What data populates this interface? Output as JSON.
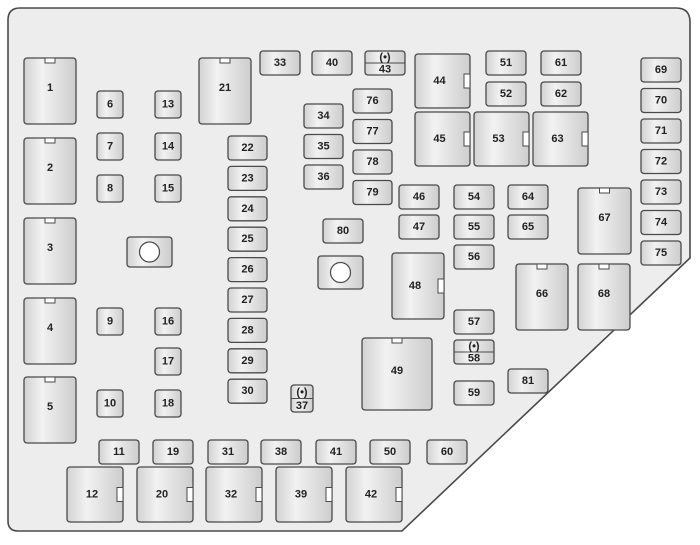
{
  "colors": {
    "panel": "#ededed",
    "outline": "#4a4a4a",
    "fuse_light": "#f4f4f4",
    "fuse_dark": "#cfcfcf"
  },
  "split_symbol": "(•)",
  "items": [
    {
      "label": "1",
      "kind": "relay-top"
    },
    {
      "label": "2",
      "kind": "relay-top"
    },
    {
      "label": "3",
      "kind": "relay-top"
    },
    {
      "label": "4",
      "kind": "relay-top"
    },
    {
      "label": "5",
      "kind": "relay-top"
    },
    {
      "label": "6",
      "kind": "mini"
    },
    {
      "label": "7",
      "kind": "mini"
    },
    {
      "label": "8",
      "kind": "mini"
    },
    {
      "label": "9",
      "kind": "mini"
    },
    {
      "label": "10",
      "kind": "mini"
    },
    {
      "label": "11",
      "kind": "fuse"
    },
    {
      "label": "12",
      "kind": "relay-side"
    },
    {
      "label": "13",
      "kind": "mini"
    },
    {
      "label": "14",
      "kind": "mini"
    },
    {
      "label": "15",
      "kind": "mini"
    },
    {
      "label": "16",
      "kind": "mini"
    },
    {
      "label": "17",
      "kind": "mini"
    },
    {
      "label": "18",
      "kind": "mini"
    },
    {
      "label": "19",
      "kind": "fuse"
    },
    {
      "label": "20",
      "kind": "relay-side"
    },
    {
      "label": "21",
      "kind": "relay-top"
    },
    {
      "label": "22",
      "kind": "fuse"
    },
    {
      "label": "23",
      "kind": "fuse"
    },
    {
      "label": "24",
      "kind": "fuse"
    },
    {
      "label": "25",
      "kind": "fuse"
    },
    {
      "label": "26",
      "kind": "fuse"
    },
    {
      "label": "27",
      "kind": "fuse"
    },
    {
      "label": "28",
      "kind": "fuse"
    },
    {
      "label": "29",
      "kind": "fuse"
    },
    {
      "label": "30",
      "kind": "fuse"
    },
    {
      "label": "31",
      "kind": "fuse"
    },
    {
      "label": "32",
      "kind": "relay-side"
    },
    {
      "label": "33",
      "kind": "fuse"
    },
    {
      "label": "34",
      "kind": "fuse"
    },
    {
      "label": "35",
      "kind": "fuse"
    },
    {
      "label": "36",
      "kind": "fuse"
    },
    {
      "label": "37",
      "kind": "split"
    },
    {
      "label": "38",
      "kind": "fuse"
    },
    {
      "label": "39",
      "kind": "relay-side"
    },
    {
      "label": "40",
      "kind": "fuse"
    },
    {
      "label": "41",
      "kind": "fuse"
    },
    {
      "label": "42",
      "kind": "relay-side"
    },
    {
      "label": "43",
      "kind": "split"
    },
    {
      "label": "44",
      "kind": "relay-side"
    },
    {
      "label": "45",
      "kind": "relay-side"
    },
    {
      "label": "46",
      "kind": "fuse"
    },
    {
      "label": "47",
      "kind": "fuse"
    },
    {
      "label": "48",
      "kind": "relay-side"
    },
    {
      "label": "49",
      "kind": "relay-top"
    },
    {
      "label": "50",
      "kind": "fuse"
    },
    {
      "label": "51",
      "kind": "fuse"
    },
    {
      "label": "52",
      "kind": "fuse"
    },
    {
      "label": "53",
      "kind": "relay-side"
    },
    {
      "label": "54",
      "kind": "fuse"
    },
    {
      "label": "55",
      "kind": "fuse"
    },
    {
      "label": "56",
      "kind": "fuse"
    },
    {
      "label": "57",
      "kind": "fuse"
    },
    {
      "label": "58",
      "kind": "split"
    },
    {
      "label": "59",
      "kind": "fuse"
    },
    {
      "label": "60",
      "kind": "fuse"
    },
    {
      "label": "61",
      "kind": "fuse"
    },
    {
      "label": "62",
      "kind": "fuse"
    },
    {
      "label": "63",
      "kind": "relay-side"
    },
    {
      "label": "64",
      "kind": "fuse"
    },
    {
      "label": "65",
      "kind": "fuse"
    },
    {
      "label": "66",
      "kind": "relay-top"
    },
    {
      "label": "67",
      "kind": "relay-top"
    },
    {
      "label": "68",
      "kind": "relay-top"
    },
    {
      "label": "69",
      "kind": "fuse"
    },
    {
      "label": "70",
      "kind": "fuse"
    },
    {
      "label": "71",
      "kind": "fuse"
    },
    {
      "label": "72",
      "kind": "fuse"
    },
    {
      "label": "73",
      "kind": "fuse"
    },
    {
      "label": "74",
      "kind": "fuse"
    },
    {
      "label": "75",
      "kind": "fuse"
    },
    {
      "label": "76",
      "kind": "fuse"
    },
    {
      "label": "77",
      "kind": "fuse"
    },
    {
      "label": "78",
      "kind": "fuse"
    },
    {
      "label": "79",
      "kind": "fuse"
    },
    {
      "label": "80",
      "kind": "fuse"
    },
    {
      "label": "81",
      "kind": "fuse"
    }
  ],
  "mounting_points": [
    {
      "name": "mounting-stud-left"
    },
    {
      "name": "mounting-stud-center"
    }
  ]
}
